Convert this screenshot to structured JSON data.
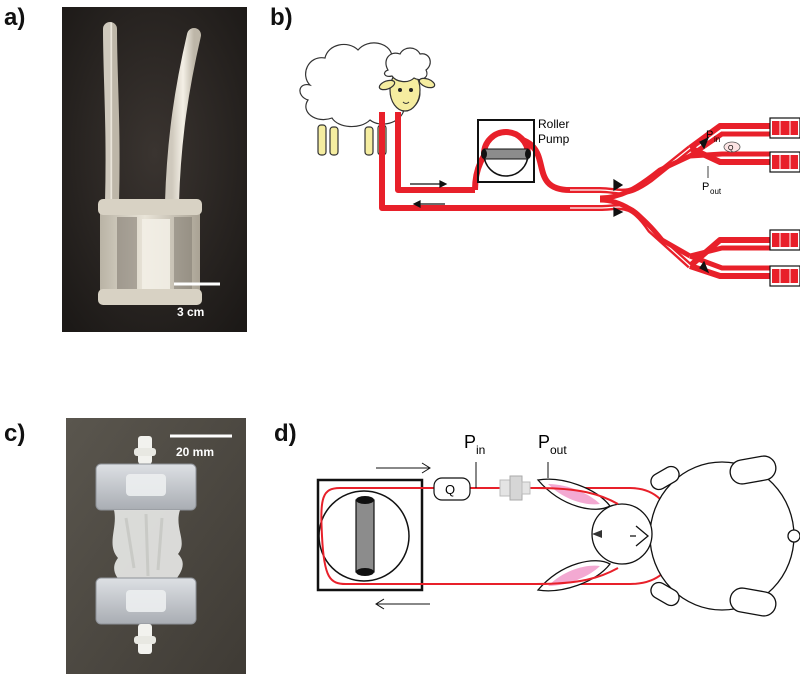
{
  "panels": {
    "a": {
      "label": "a)",
      "scale_bar": "3 cm"
    },
    "b": {
      "label": "b)",
      "pump_line1": "Roller",
      "pump_line2": "Pump",
      "p_in_main": "P",
      "p_in_sub": "in",
      "p_out_main": "P",
      "p_out_sub": "out",
      "q_label": "Q"
    },
    "c": {
      "label": "c)",
      "scale_bar": "20 mm"
    },
    "d": {
      "label": "d)",
      "q_label": "Q",
      "p_in_main": "P",
      "p_in_sub": "in",
      "p_out_main": "P",
      "p_out_sub": "out"
    }
  },
  "colors": {
    "tube_red": "#e8202a",
    "wool": "#ffffff",
    "face": "#f5eda0",
    "ear_pink": "#f3a9d2",
    "photo_bg_a": "#2a2623",
    "photo_bg_c": "#4d4942"
  }
}
